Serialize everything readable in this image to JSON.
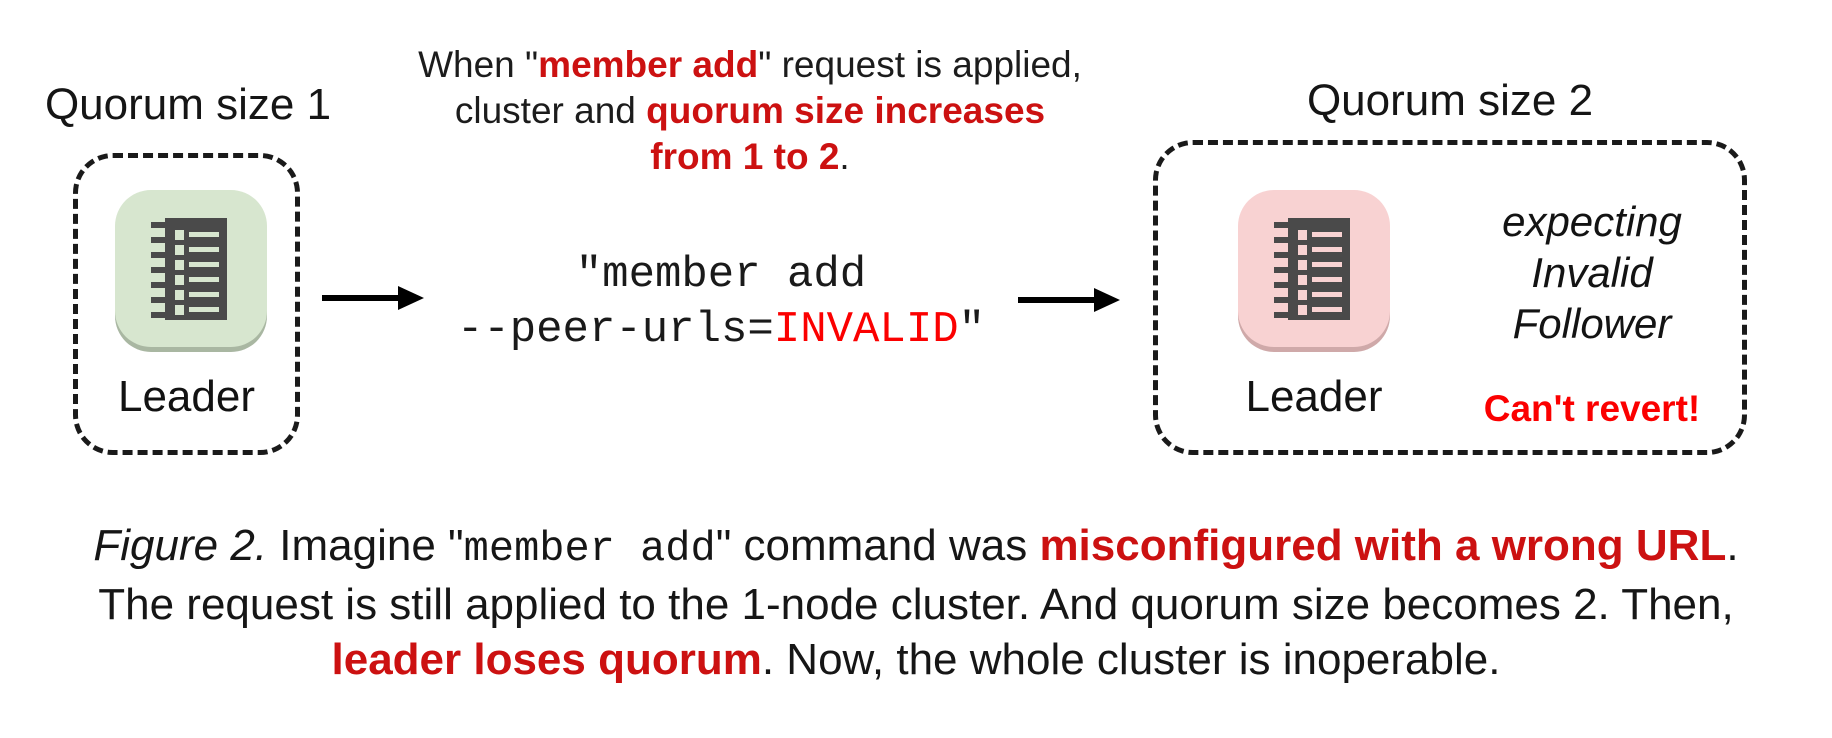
{
  "figure": {
    "colors": {
      "accent_red": "#cc1111",
      "bright_red": "#fb0000",
      "tile_green": "#d7e6cf",
      "tile_pink": "#f8d2d2",
      "glyph_dark": "#4a4a4a"
    },
    "left": {
      "title": "Quorum size 1",
      "node_label": "Leader"
    },
    "annotation": {
      "p1": "When \"",
      "r1": "member add",
      "p2": "\" request is applied,",
      "p3": "cluster and ",
      "r2": "quorum size increases",
      "r3": "from 1 to 2",
      "p4": "."
    },
    "command": {
      "line1": "\"member add",
      "line2_pre": "--peer-urls=",
      "line2_red": "INVALID",
      "line2_post": "\""
    },
    "right": {
      "title": "Quorum size 2",
      "node_label": "Leader",
      "expect_lines": [
        "expecting",
        "Invalid",
        "Follower"
      ],
      "warning": "Can't revert!"
    },
    "caption": {
      "fig_label": "Figure 2.",
      "c1": " Imagine \"",
      "mono": "member add",
      "c2": "\" command was ",
      "red1": "misconfigured with a wrong URL",
      "c3": ".",
      "line2": "The request is still applied to the 1-node cluster. And quorum size becomes 2. Then,",
      "red2": "leader loses quorum",
      "c4": ". Now, the whole cluster is inoperable."
    }
  }
}
